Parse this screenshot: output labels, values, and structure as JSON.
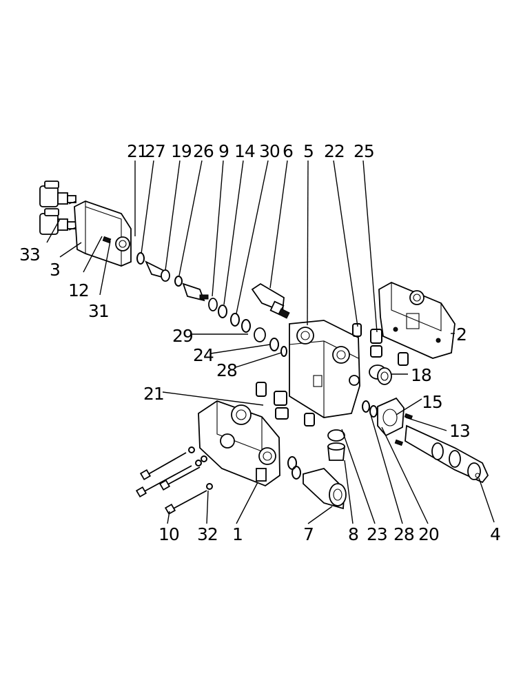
{
  "callouts": {
    "top": [
      "21",
      "27",
      "19",
      "26",
      "9",
      "14",
      "30",
      "6",
      "5",
      "22",
      "25"
    ],
    "left_group": [
      "33",
      "3",
      "12",
      "31"
    ],
    "right_side": [
      "2",
      "18",
      "15",
      "13"
    ],
    "middle": [
      "29",
      "24",
      "28",
      "21"
    ],
    "bottom": [
      "10",
      "32",
      "1",
      "7",
      "8",
      "23",
      "28",
      "20",
      "4"
    ]
  }
}
